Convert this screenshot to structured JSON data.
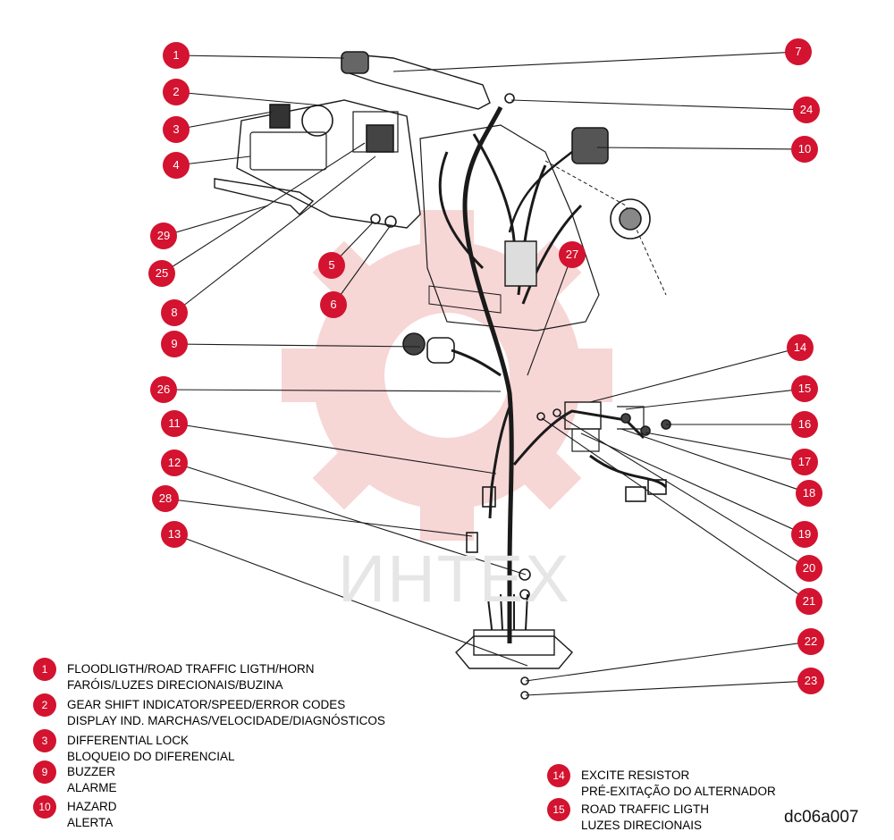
{
  "diagram": {
    "watermark_text": "ИНТЕХ",
    "figure_code": "dc06a007",
    "callouts": [
      "1",
      "2",
      "3",
      "4",
      "29",
      "25",
      "5",
      "6",
      "8",
      "9",
      "26",
      "11",
      "12",
      "28",
      "13",
      "7",
      "24",
      "10",
      "27",
      "14",
      "15",
      "16",
      "17",
      "18",
      "19",
      "20",
      "21",
      "22",
      "23"
    ],
    "accent_color": "#d3132f"
  },
  "legend": [
    {
      "num": "1",
      "en": "FLOODLIGTH/ROAD TRAFFIC LIGTH/HORN",
      "pt": "FARÓIS/LUZES DIRECIONAIS/BUZINA"
    },
    {
      "num": "2",
      "en": "GEAR SHIFT INDICATOR/SPEED/ERROR CODES",
      "pt": "DISPLAY IND. MARCHAS/VELOCIDADE/DIAGNÓSTICOS"
    },
    {
      "num": "3",
      "en": "DIFFERENTIAL LOCK",
      "pt": "BLOQUEIO DO DIFERENCIAL"
    },
    {
      "num": "9",
      "en": "BUZZER",
      "pt": "ALARME"
    },
    {
      "num": "10",
      "en": "HAZARD",
      "pt": "ALERTA"
    },
    {
      "num": "14",
      "en": "EXCITE RESISTOR",
      "pt": "PRÉ-EXITAÇÃO DO ALTERNADOR"
    },
    {
      "num": "15",
      "en": "ROAD TRAFFIC LIGTH",
      "pt": "LUZES DIRECIONAIS"
    }
  ]
}
